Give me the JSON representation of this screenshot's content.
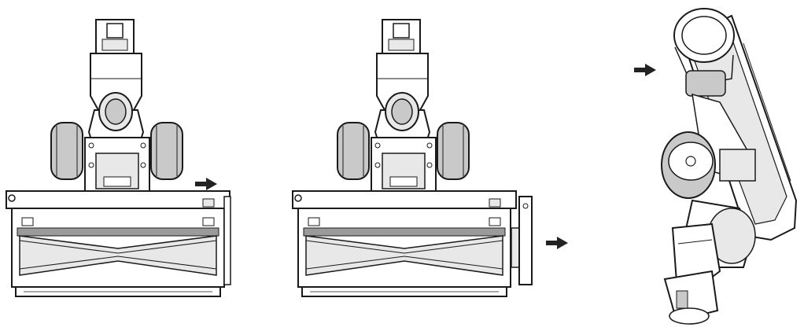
{
  "diagram": {
    "colors": {
      "stroke": "#1a1a1a",
      "fill": "#ffffff",
      "shade_light": "#e8e8e8",
      "shade_mid": "#c9c9c9",
      "shade_dark": "#9a9a9a",
      "arrow": "#222222"
    },
    "panels": [
      {
        "name": "step-1-roller-installed",
        "arrow_direction": "right"
      },
      {
        "name": "step-2-end-cap-removed",
        "arrow_direction": "right"
      },
      {
        "name": "step-3-head-side-view",
        "arrow_direction": "right"
      }
    ]
  }
}
